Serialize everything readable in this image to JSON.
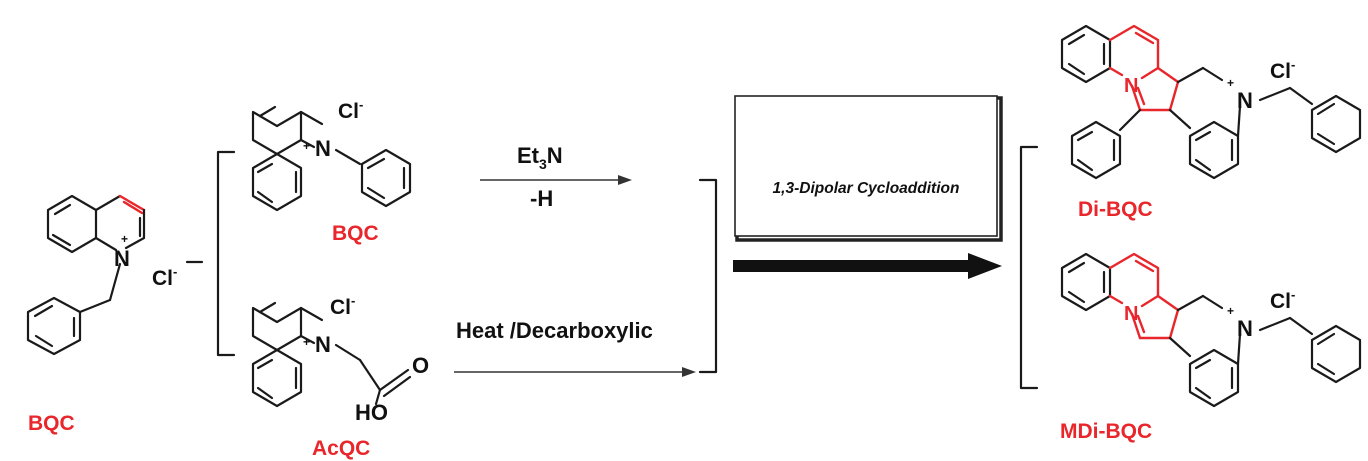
{
  "molecules": {
    "bqc_left": {
      "label": "BQC",
      "counter_ion": "Cl",
      "charge_sign": "-"
    },
    "bqc_top": {
      "label": "BQC",
      "counter_ion": "Cl",
      "charge_sign": "-"
    },
    "acqc": {
      "label": "AcQC",
      "counter_ion": "Cl",
      "charge_sign": "-",
      "atom_o": "O",
      "atom_ho": "HO"
    },
    "di_bqc": {
      "label": "Di-BQC",
      "counter_ion": "Cl",
      "charge_sign": "-"
    },
    "mdi_bqc": {
      "label": "MDi-BQC",
      "counter_ion": "Cl",
      "charge_sign": "-"
    }
  },
  "atoms": {
    "nitrogen": "N",
    "plus": "+"
  },
  "reactions": {
    "top_reagent_main": "Et",
    "top_reagent_sub": "3",
    "top_reagent_tail": "N",
    "top_condition": "-H",
    "bottom_condition": "Heat /Decarboxylic"
  },
  "box": {
    "text": "1,3-Dipolar Cycloaddition"
  },
  "colors": {
    "highlight": "#e8262b",
    "ink": "#111111"
  }
}
